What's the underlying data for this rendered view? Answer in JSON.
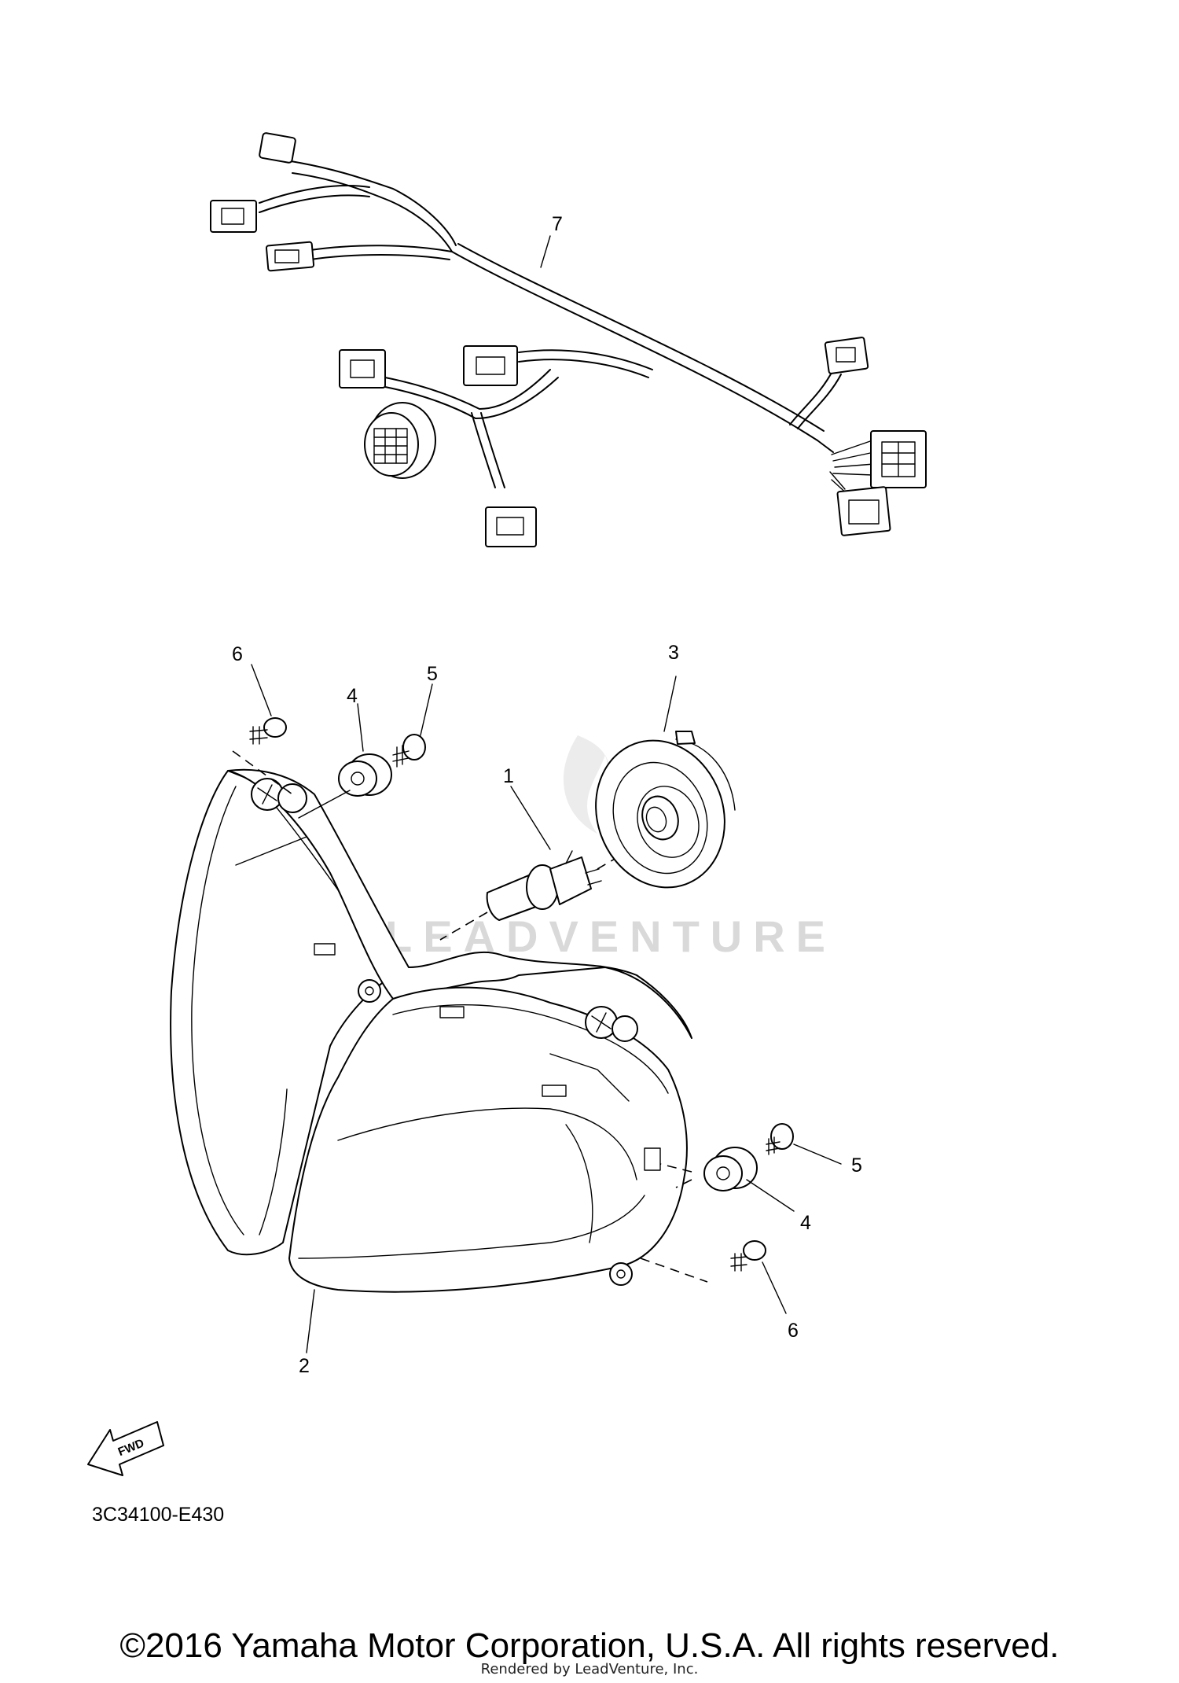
{
  "diagram": {
    "callouts": [
      {
        "id": "callout-1",
        "label": "1"
      },
      {
        "id": "callout-2",
        "label": "2"
      },
      {
        "id": "callout-3",
        "label": "3"
      },
      {
        "id": "callout-4-top",
        "label": "4"
      },
      {
        "id": "callout-4-bottom",
        "label": "4"
      },
      {
        "id": "callout-5-top",
        "label": "5"
      },
      {
        "id": "callout-5-bottom",
        "label": "5"
      },
      {
        "id": "callout-6-top",
        "label": "6"
      },
      {
        "id": "callout-6-bottom",
        "label": "6"
      },
      {
        "id": "callout-7",
        "label": "7"
      }
    ],
    "fwd_label": "FWD",
    "diagram_code": "3C34100-E430",
    "watermark": "LEADVENTURE"
  },
  "footer": {
    "copyright": "©2016 Yamaha Motor Corporation, U.S.A. All rights reserved.",
    "rendered_by": "Rendered by LeadVenture, Inc."
  }
}
